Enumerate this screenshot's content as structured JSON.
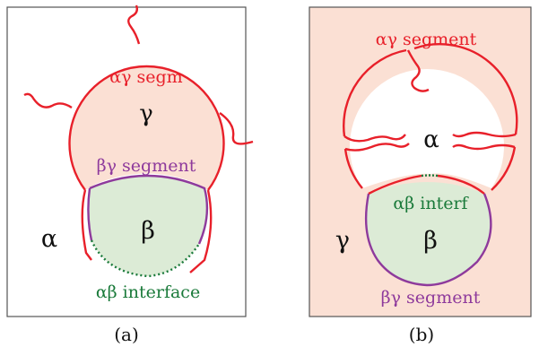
{
  "panels": [
    {
      "caption": "(a)",
      "phase_outer": "α",
      "phase_top": "γ",
      "phase_bottom": "β",
      "label_ag": "αγ segm",
      "label_bg": "βγ segment",
      "label_ab": "αβ interface"
    },
    {
      "caption": "(b)",
      "phase_outer": "γ",
      "phase_top": "α",
      "phase_bottom": "β",
      "label_ag": "αγ segment",
      "label_bg": "βγ segment",
      "label_ab": "αβ interf"
    }
  ],
  "colors": {
    "alpha_gamma": "#e8202a",
    "beta_gamma": "#8e3a9c",
    "alpha_beta": "#1a7a3a",
    "gamma_fill": "#fbe0d4",
    "beta_fill": "#dcebd6",
    "frame": "#555555"
  }
}
